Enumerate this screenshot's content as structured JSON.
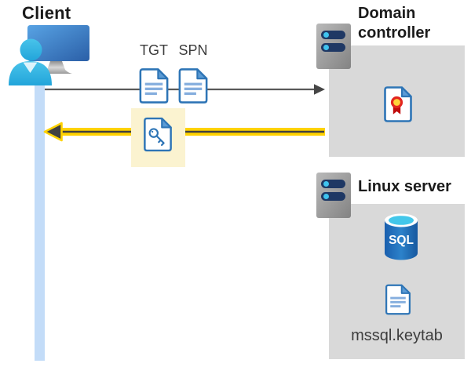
{
  "client": {
    "label": "Client"
  },
  "tickets": {
    "tgt_label": "TGT",
    "spn_label": "SPN"
  },
  "domain_controller": {
    "label": "Domain controller"
  },
  "linux_server": {
    "label": "Linux server",
    "sql_badge": "SQL",
    "keytab_filename": "mssql.keytab"
  },
  "icons": {
    "client": "user-at-monitor-icon",
    "tgt": "document-icon",
    "spn": "document-icon",
    "service_ticket": "key-document-icon",
    "domain_controller": "rack-server-icon",
    "certificate": "certificate-document-icon",
    "linux_server": "rack-server-icon",
    "sql_database": "sql-database-cylinder-icon",
    "keytab": "document-icon"
  },
  "colors": {
    "panel_gray": "#d9d9d9",
    "highlight_yellow": "#fbf3d0",
    "arrow_yellow": "#ffd200",
    "arrow_dark": "#404040",
    "request_arrow_gray": "#595959",
    "doc_blue": "#2e75b6",
    "doc_fold_blue": "#5b9bd5",
    "doc_line_blue": "#85aede",
    "server_navy": "#1f3864",
    "server_cyan": "#3fc3ef",
    "lifeline_blue": "#c3dcf8",
    "person_cyan": "#35b2e0",
    "sql_blue": "#1f6fba",
    "cert_red": "#d21f1f",
    "cert_gold": "#ffd33a"
  }
}
